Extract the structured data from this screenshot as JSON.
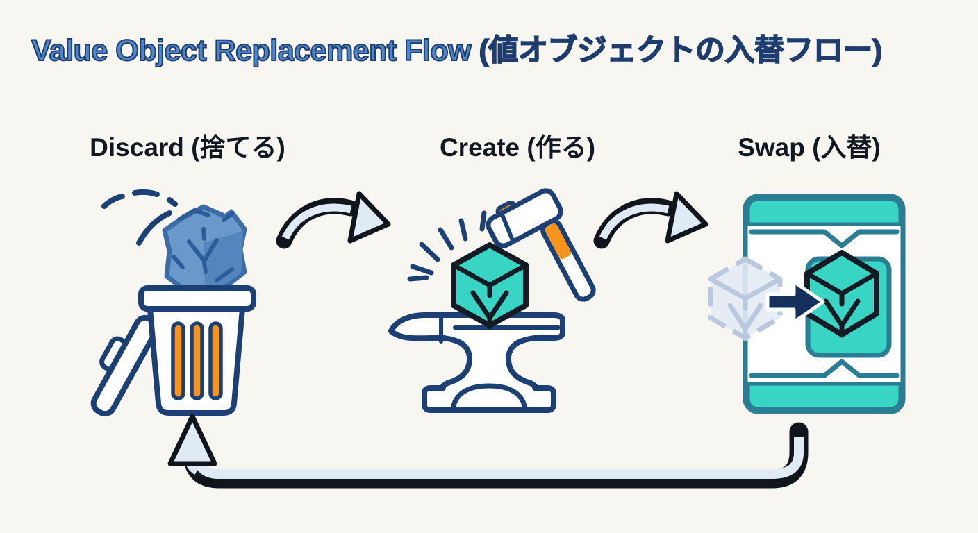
{
  "title": {
    "en": "Value Object Replacement Flow ",
    "jp": "(値オブジェクトの入替フロー)"
  },
  "stages": [
    {
      "id": "discard",
      "label": "Discard (捨てる)",
      "icon": "trash-can-with-crumpled-cube"
    },
    {
      "id": "create",
      "label": "Create (作る)",
      "icon": "anvil-hammer-forging-cube"
    },
    {
      "id": "swap",
      "label": "Swap (入替)",
      "icon": "card-old-cube-replaced-by-new-cube"
    }
  ],
  "flow": {
    "forward_arrows": [
      "discard-to-create",
      "create-to-swap"
    ],
    "loop_back_arrow": "swap-back-to-discard"
  },
  "cube_mark": "V",
  "colors": {
    "background": "#f8f6f1",
    "title-blue": "#4d87c8",
    "title-navy": "#1e3c6e",
    "label-text": "#111821",
    "outline-navy": "#1c3f74",
    "ink-black": "#131b24",
    "teal": "#38d4c4",
    "teal-dark": "#2a7d92",
    "orange": "#f7941e",
    "steel-blue": "#6b98cb",
    "steel-blue-dark": "#3c6da6",
    "steel-blue-shade": "#5585bd",
    "crease-blue": "#2e5c99",
    "arrow-fill": "#dfeaf5",
    "arrow-outline": "#10151c",
    "ghost-blue": "#b9c8de",
    "ghost-fill": "#e3ebf4",
    "navy-solid": "#14305c"
  }
}
